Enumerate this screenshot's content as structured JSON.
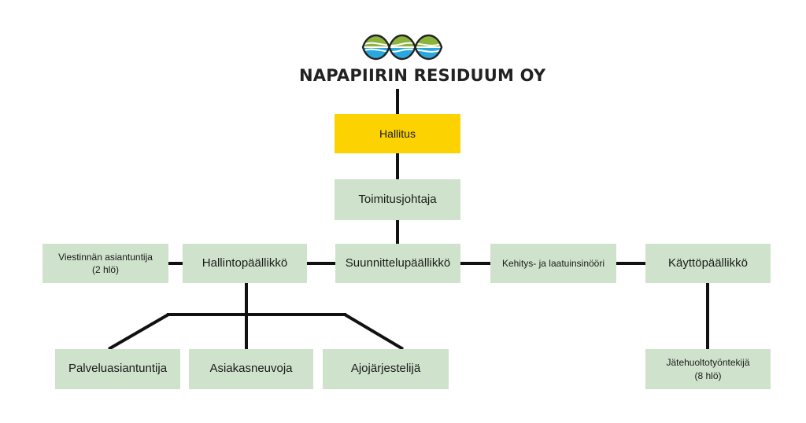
{
  "company": {
    "name": "NAPAPIIRIN RESIDUUM OY"
  },
  "colors": {
    "board": "#fcd200",
    "role": "#cfe3cc",
    "line": "#111111",
    "logo_green": "#8cb43c",
    "logo_blue": "#2aa7dc",
    "logo_outline": "#222222"
  },
  "org": {
    "board": "Hallitus",
    "ceo": "Toimitusjohtaja",
    "communications": {
      "title": "Viestinnän asiantuntija",
      "count": "(2 hlö)"
    },
    "admin_manager": "Hallintopäällikkö",
    "planning_manager": "Suunnittelupäällikkö",
    "dev_engineer": "Kehitys- ja laatuinsinööri",
    "operations_manager": "Käyttöpäällikkö",
    "service_expert": "Palveluasiantuntija",
    "customer_advisor": "Asiakasneuvoja",
    "route_planner": "Ajojärjestelijä",
    "waste_worker": {
      "title": "Jätehuoltotyöntekijä",
      "count": "(8 hlö)"
    }
  }
}
